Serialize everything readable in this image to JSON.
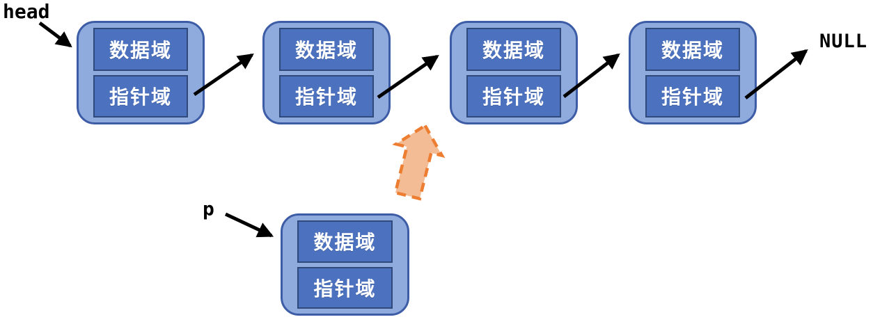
{
  "labels": {
    "head": "head",
    "p": "p",
    "null_terminator": "NULL"
  },
  "nodes": [
    {
      "id": "node-1",
      "data_label": "数据域",
      "pointer_label": "指针域"
    },
    {
      "id": "node-2",
      "data_label": "数据域",
      "pointer_label": "指针域"
    },
    {
      "id": "node-3",
      "data_label": "数据域",
      "pointer_label": "指针域"
    },
    {
      "id": "node-4",
      "data_label": "数据域",
      "pointer_label": "指针域"
    },
    {
      "id": "new-node-p",
      "data_label": "数据域",
      "pointer_label": "指针域"
    }
  ],
  "colors": {
    "node_outer_fill": "#8FAADC",
    "node_outer_border": "#3D5CA6",
    "cell_fill": "#4B71BF",
    "cell_border": "#30497B",
    "arrow_black": "#000000",
    "insert_arrow_fill": "#F3BC94",
    "insert_arrow_border": "#ED7D31"
  }
}
